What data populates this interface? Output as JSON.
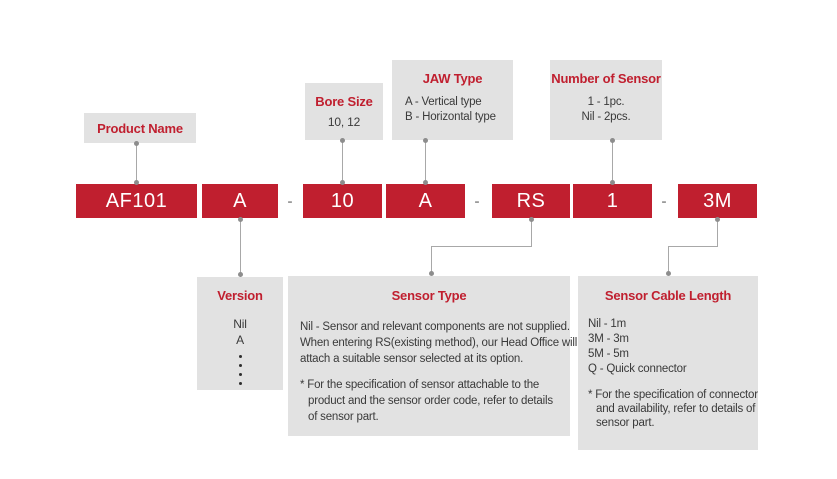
{
  "palette": {
    "accent_red": "#c01f2f",
    "callout_gray": "#e2e2e2",
    "body_text": "#3a3a3a",
    "connector_gray": "#a8a8a8",
    "block_text": "#ffffff"
  },
  "order_code": {
    "blocks": [
      {
        "field": "product-name",
        "code": "AF101"
      },
      {
        "field": "version",
        "code": "A"
      },
      {
        "field": "bore-size",
        "code": "10"
      },
      {
        "field": "jaw-type",
        "code": "A"
      },
      {
        "field": "sensor-type",
        "code": "RS"
      },
      {
        "field": "number-of-sensor",
        "code": "1"
      },
      {
        "field": "sensor-cable-length",
        "code": "3M"
      }
    ],
    "separator": "-"
  },
  "callouts": {
    "product_name": {
      "title": "Product Name"
    },
    "bore_size": {
      "title": "Bore Size",
      "value": "10, 12"
    },
    "jaw_type": {
      "title": "JAW Type",
      "options": [
        "A - Vertical type",
        "B - Horizontal type"
      ]
    },
    "number_of_sensor": {
      "title": "Number of Sensor",
      "options": [
        "1 - 1pc.",
        "Nil - 2pcs."
      ]
    },
    "version": {
      "title": "Version",
      "options": [
        "Nil",
        "A"
      ],
      "more_indicator": "vertical-ellipsis-dots"
    },
    "sensor_type": {
      "title": "Sensor Type",
      "description_lines": [
        "Nil - Sensor and relevant components are not supplied.",
        "When entering RS(existing method), our Head Office will",
        "attach a suitable sensor selected at its option."
      ],
      "note_lines": [
        "* For the specification of sensor attachable to the",
        "product and the sensor order code, refer to details",
        "of sensor part."
      ]
    },
    "sensor_cable_length": {
      "title": "Sensor Cable Length",
      "options": [
        "Nil - 1m",
        "3M - 3m",
        "5M - 5m",
        "Q - Quick connector"
      ],
      "note_lines": [
        "* For the specification of connector",
        "and availability, refer to details of",
        "sensor part."
      ]
    }
  }
}
